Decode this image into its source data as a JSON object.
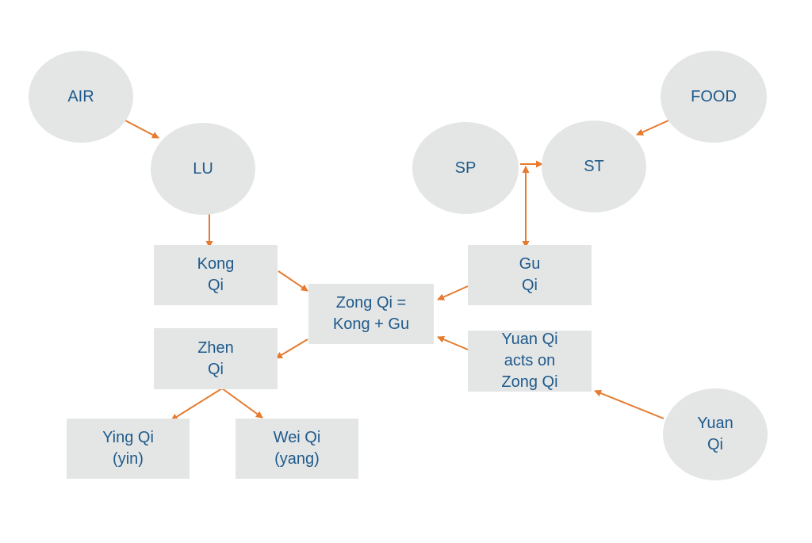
{
  "diagram": {
    "colors": {
      "node_fill": "#e4e6e5",
      "text": "#1f5a8c",
      "arrow": "#e67a2e",
      "background": "#ffffff"
    },
    "nodes": {
      "air": "AIR",
      "lu": "LU",
      "food": "FOOD",
      "sp": "SP",
      "st": "ST",
      "kong_qi": "Kong\nQi",
      "gu_qi": "Gu\nQi",
      "zong_qi": "Zong Qi =\nKong + Gu",
      "zhen_qi": "Zhen\nQi",
      "yuan_acts": "Yuan Qi\nacts on\nZong Qi",
      "ying_qi": "Ying Qi\n(yin)",
      "wei_qi": "Wei Qi\n(yang)",
      "yuan_qi": "Yuan\nQi"
    },
    "edges": [
      {
        "from": "air",
        "to": "lu"
      },
      {
        "from": "food",
        "to": "st"
      },
      {
        "from": "lu",
        "to": "kong_qi"
      },
      {
        "from": "st",
        "to": "gu_qi",
        "bidirectional": true
      },
      {
        "from": "sp",
        "to": "st"
      },
      {
        "from": "kong_qi",
        "to": "zong_qi"
      },
      {
        "from": "gu_qi",
        "to": "zong_qi"
      },
      {
        "from": "zong_qi",
        "to": "zhen_qi"
      },
      {
        "from": "yuan_acts",
        "to": "zong_qi"
      },
      {
        "from": "yuan_qi",
        "to": "yuan_acts"
      },
      {
        "from": "zhen_qi",
        "to": "ying_qi"
      },
      {
        "from": "zhen_qi",
        "to": "wei_qi"
      }
    ]
  }
}
